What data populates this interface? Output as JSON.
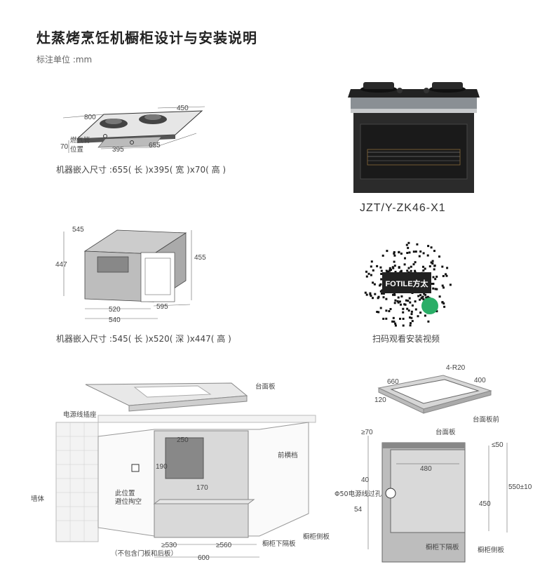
{
  "title": "灶蒸烤烹饪机橱柜设计与安装说明",
  "unit_label": "标注单位 :mm",
  "hob": {
    "dims": {
      "d800": "800",
      "d450": "450",
      "d70": "70",
      "d395": "395",
      "d655": "655"
    },
    "gas_label_1": "燃气管",
    "gas_label_2": "位置",
    "caption": "机器嵌入尺寸 :655( 长 )x395( 宽 )x70( 高 )"
  },
  "oven": {
    "dims": {
      "d545": "545",
      "d447": "447",
      "d455": "455",
      "d520": "520",
      "d540": "540",
      "d595": "595"
    },
    "caption": "机器嵌入尺寸 :545( 长 )x520( 深 )x447( 高 )"
  },
  "product": {
    "model": "JZT/Y-ZK46-X1"
  },
  "qr": {
    "brand": "FOTILE方太",
    "caption": "扫码观看安装视频"
  },
  "cabinet": {
    "labels": {
      "countertop": "台面板",
      "socket": "电源线插座",
      "front_beam": "前横档",
      "wall": "墙体",
      "reserved_1": "此位置",
      "reserved_2": "避位掏空",
      "lower_shelf": "橱柜下隔板",
      "side_panel": "橱柜侧板",
      "excl_note": "（不包含门板和后板）"
    },
    "dims": {
      "d250": "250",
      "d190": "190",
      "d170": "170",
      "d530": "≥530",
      "d560": "≥560",
      "d600": "600"
    }
  },
  "cutout": {
    "labels": {
      "r20": "4-R20",
      "front": "台面板前",
      "countertop": "台面板",
      "cable_hole": "Φ50电源线过孔",
      "lower_shelf": "橱柜下隔板",
      "side_panel": "橱柜侧板"
    },
    "dims": {
      "d660": "660",
      "d400": "400",
      "d120": "120",
      "d70": "≥70",
      "d50": "≤50",
      "d480": "480",
      "d40": "40",
      "d550": "550±10",
      "d450": "450",
      "d54": "54"
    }
  }
}
